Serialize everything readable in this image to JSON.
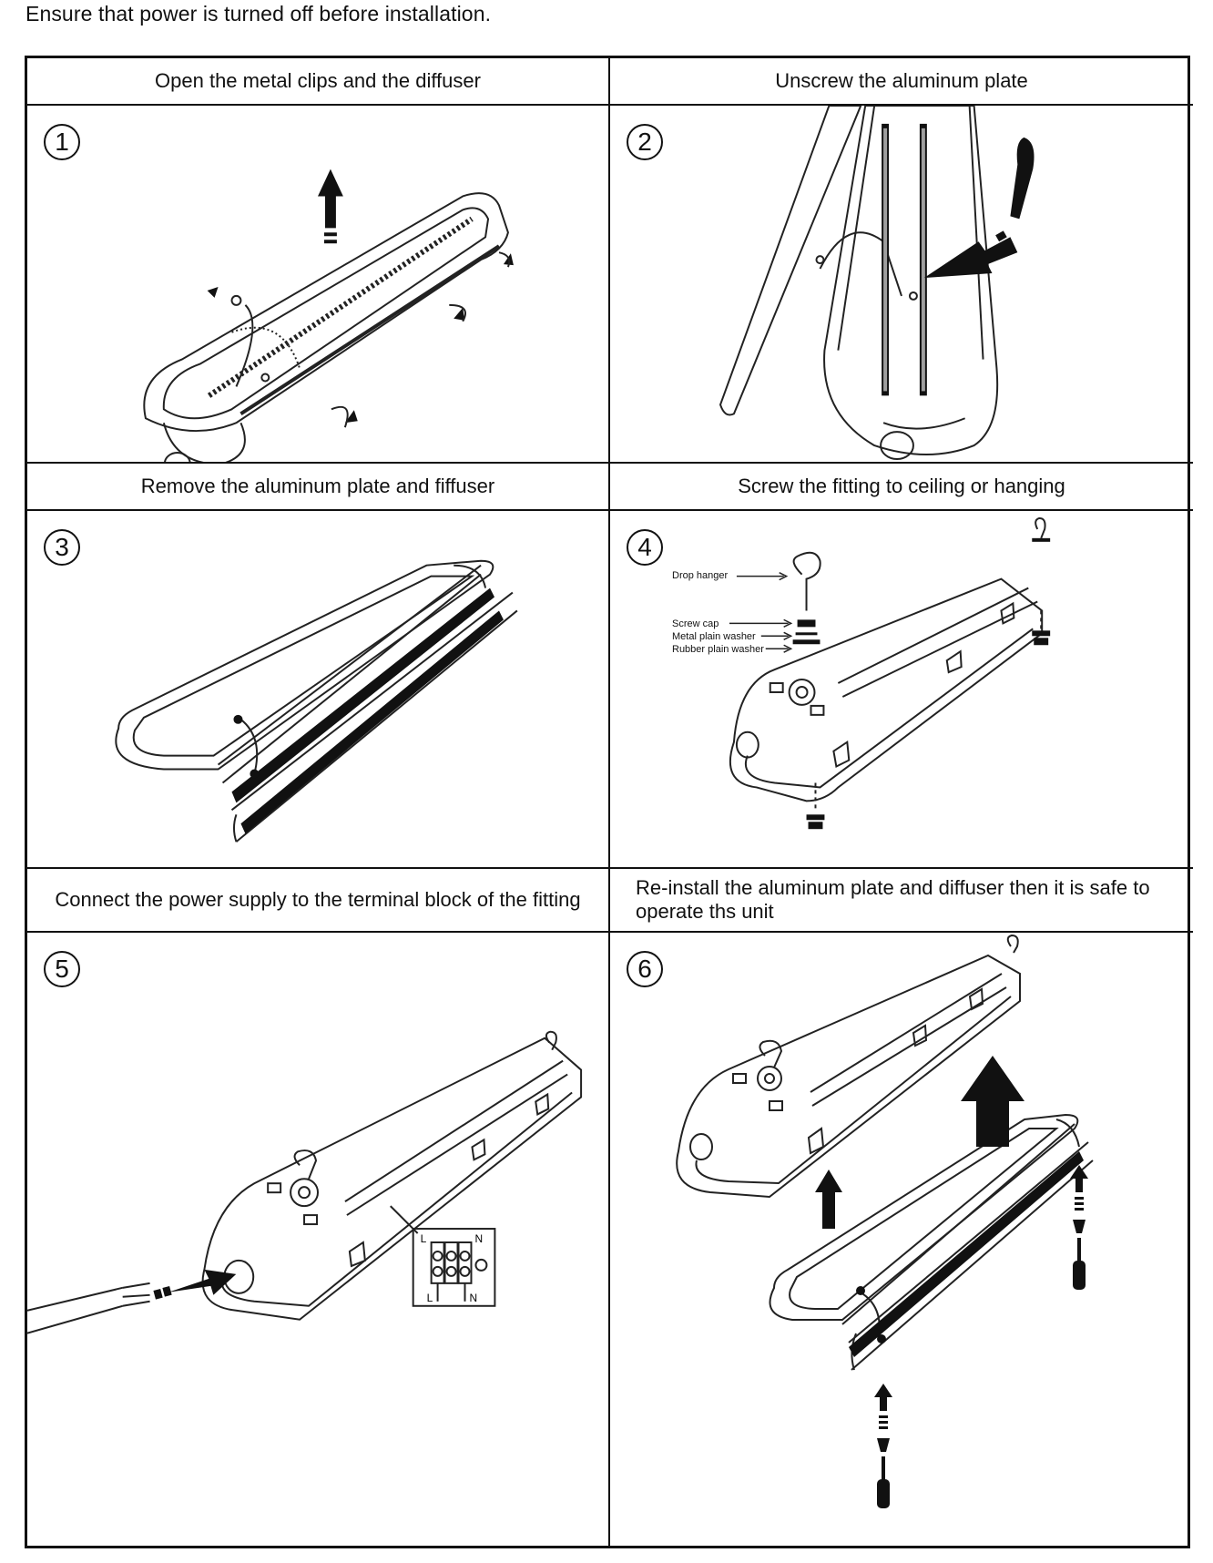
{
  "intro": "Ensure that power is turned off before installation.",
  "steps": [
    {
      "number": "1",
      "title": "Open the metal clips and the diffuser"
    },
    {
      "number": "2",
      "title": "Unscrew the  aluminum plate"
    },
    {
      "number": "3",
      "title": "Remove the aluminum plate and fiffuser"
    },
    {
      "number": "4",
      "title": "Screw the  fitting to ceiling or hanging",
      "labels": {
        "drop_hanger": "Drop hanger",
        "screw_cap": "Screw cap",
        "metal_washer": "Metal plain washer",
        "rubber_washer": "Rubber plain washer"
      }
    },
    {
      "number": "5",
      "title": "Connect the power supply to the terminal block of the fitting",
      "terminal": {
        "l": "L",
        "n": "N"
      }
    },
    {
      "number": "6",
      "title": "Re-install the aluminum plate and diffuser then it is safe to operate ths unit"
    }
  ]
}
